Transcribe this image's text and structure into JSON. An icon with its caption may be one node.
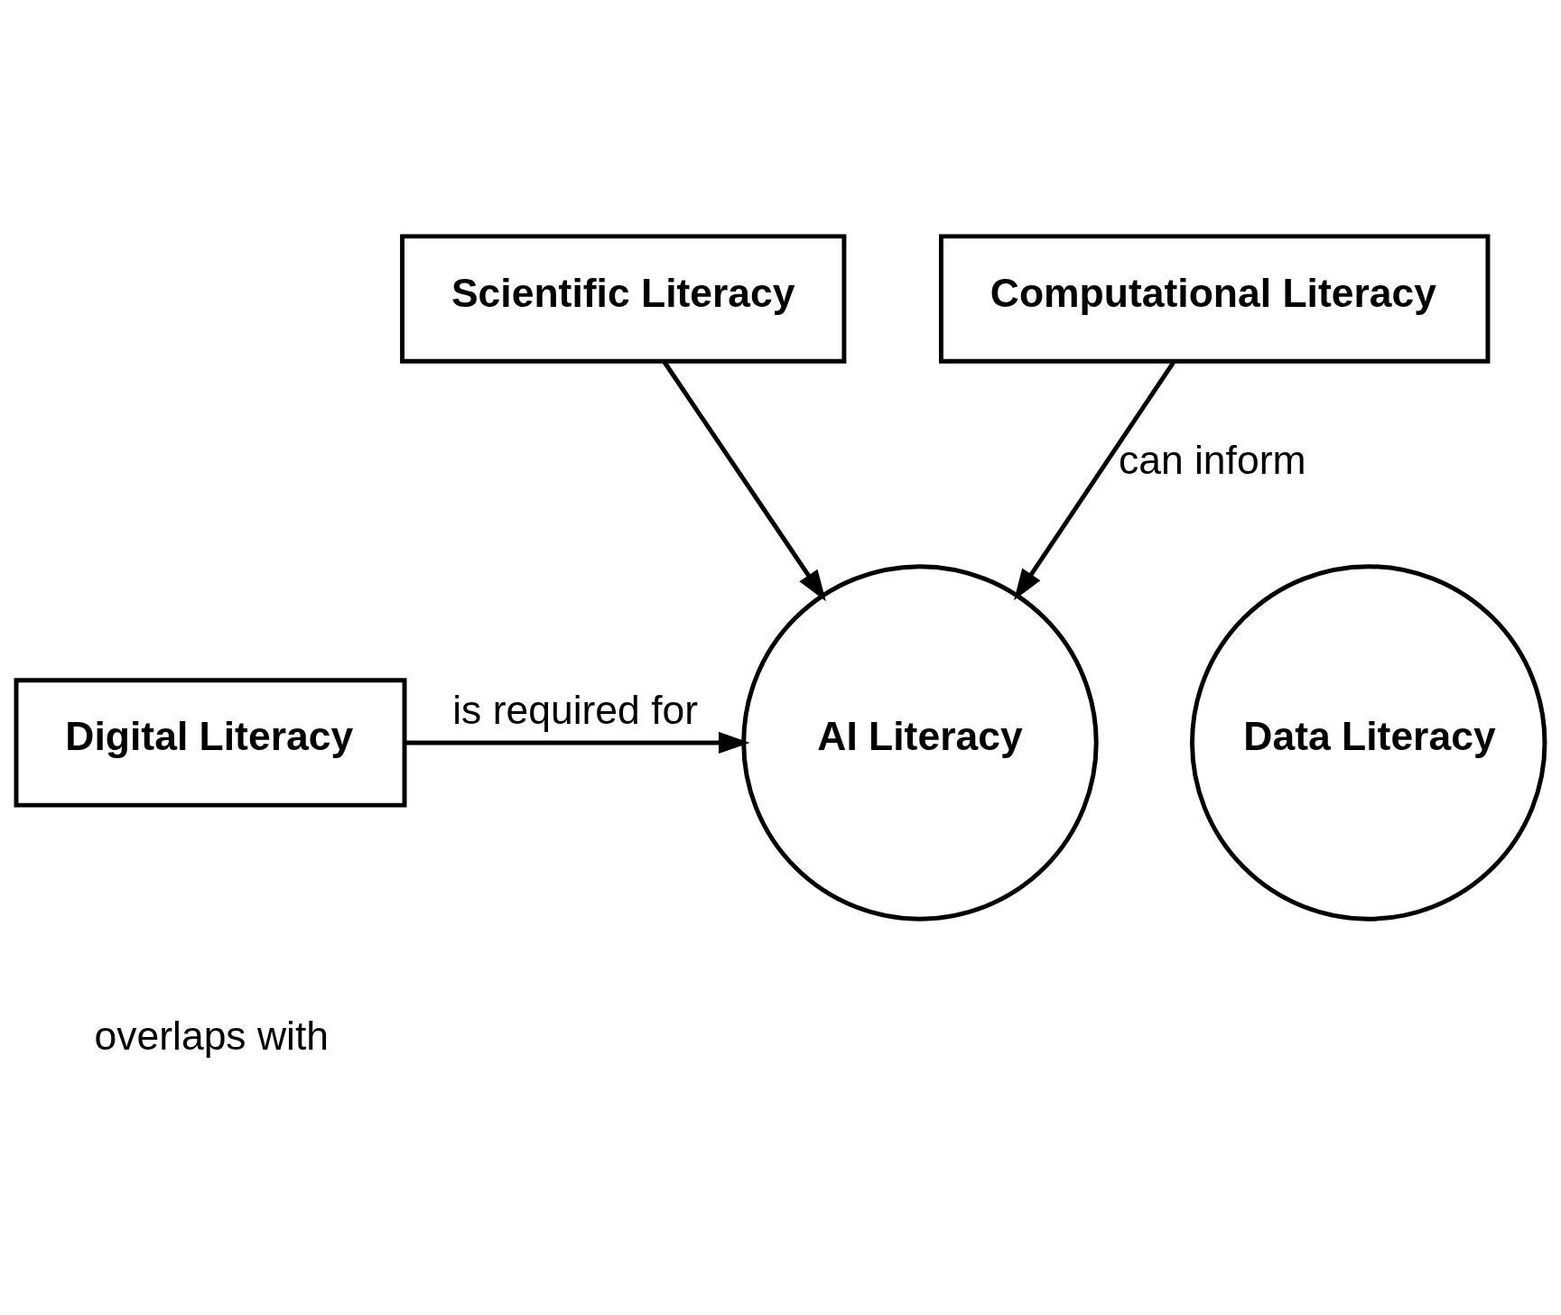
{
  "diagram": {
    "nodes": [
      {
        "text": [
          "Scientific Literacy"
        ]
      },
      {
        "text": [
          "Computational Literacy"
        ]
      },
      {
        "text": [
          "Digital Literacy"
        ]
      },
      {
        "text": [
          "AI Literacy"
        ]
      },
      {
        "text": [
          "Data Literacy"
        ]
      }
    ],
    "edges": [
      {
        "from": 0,
        "to": 3,
        "arrow": "to"
      },
      {
        "from": 1,
        "to": 3,
        "label": "can inform",
        "arrow": "to"
      },
      {
        "from": 2,
        "to": 3,
        "label": "is required for",
        "arrow": "to"
      }
    ],
    "labels": [
      "overlaps with"
    ]
  }
}
